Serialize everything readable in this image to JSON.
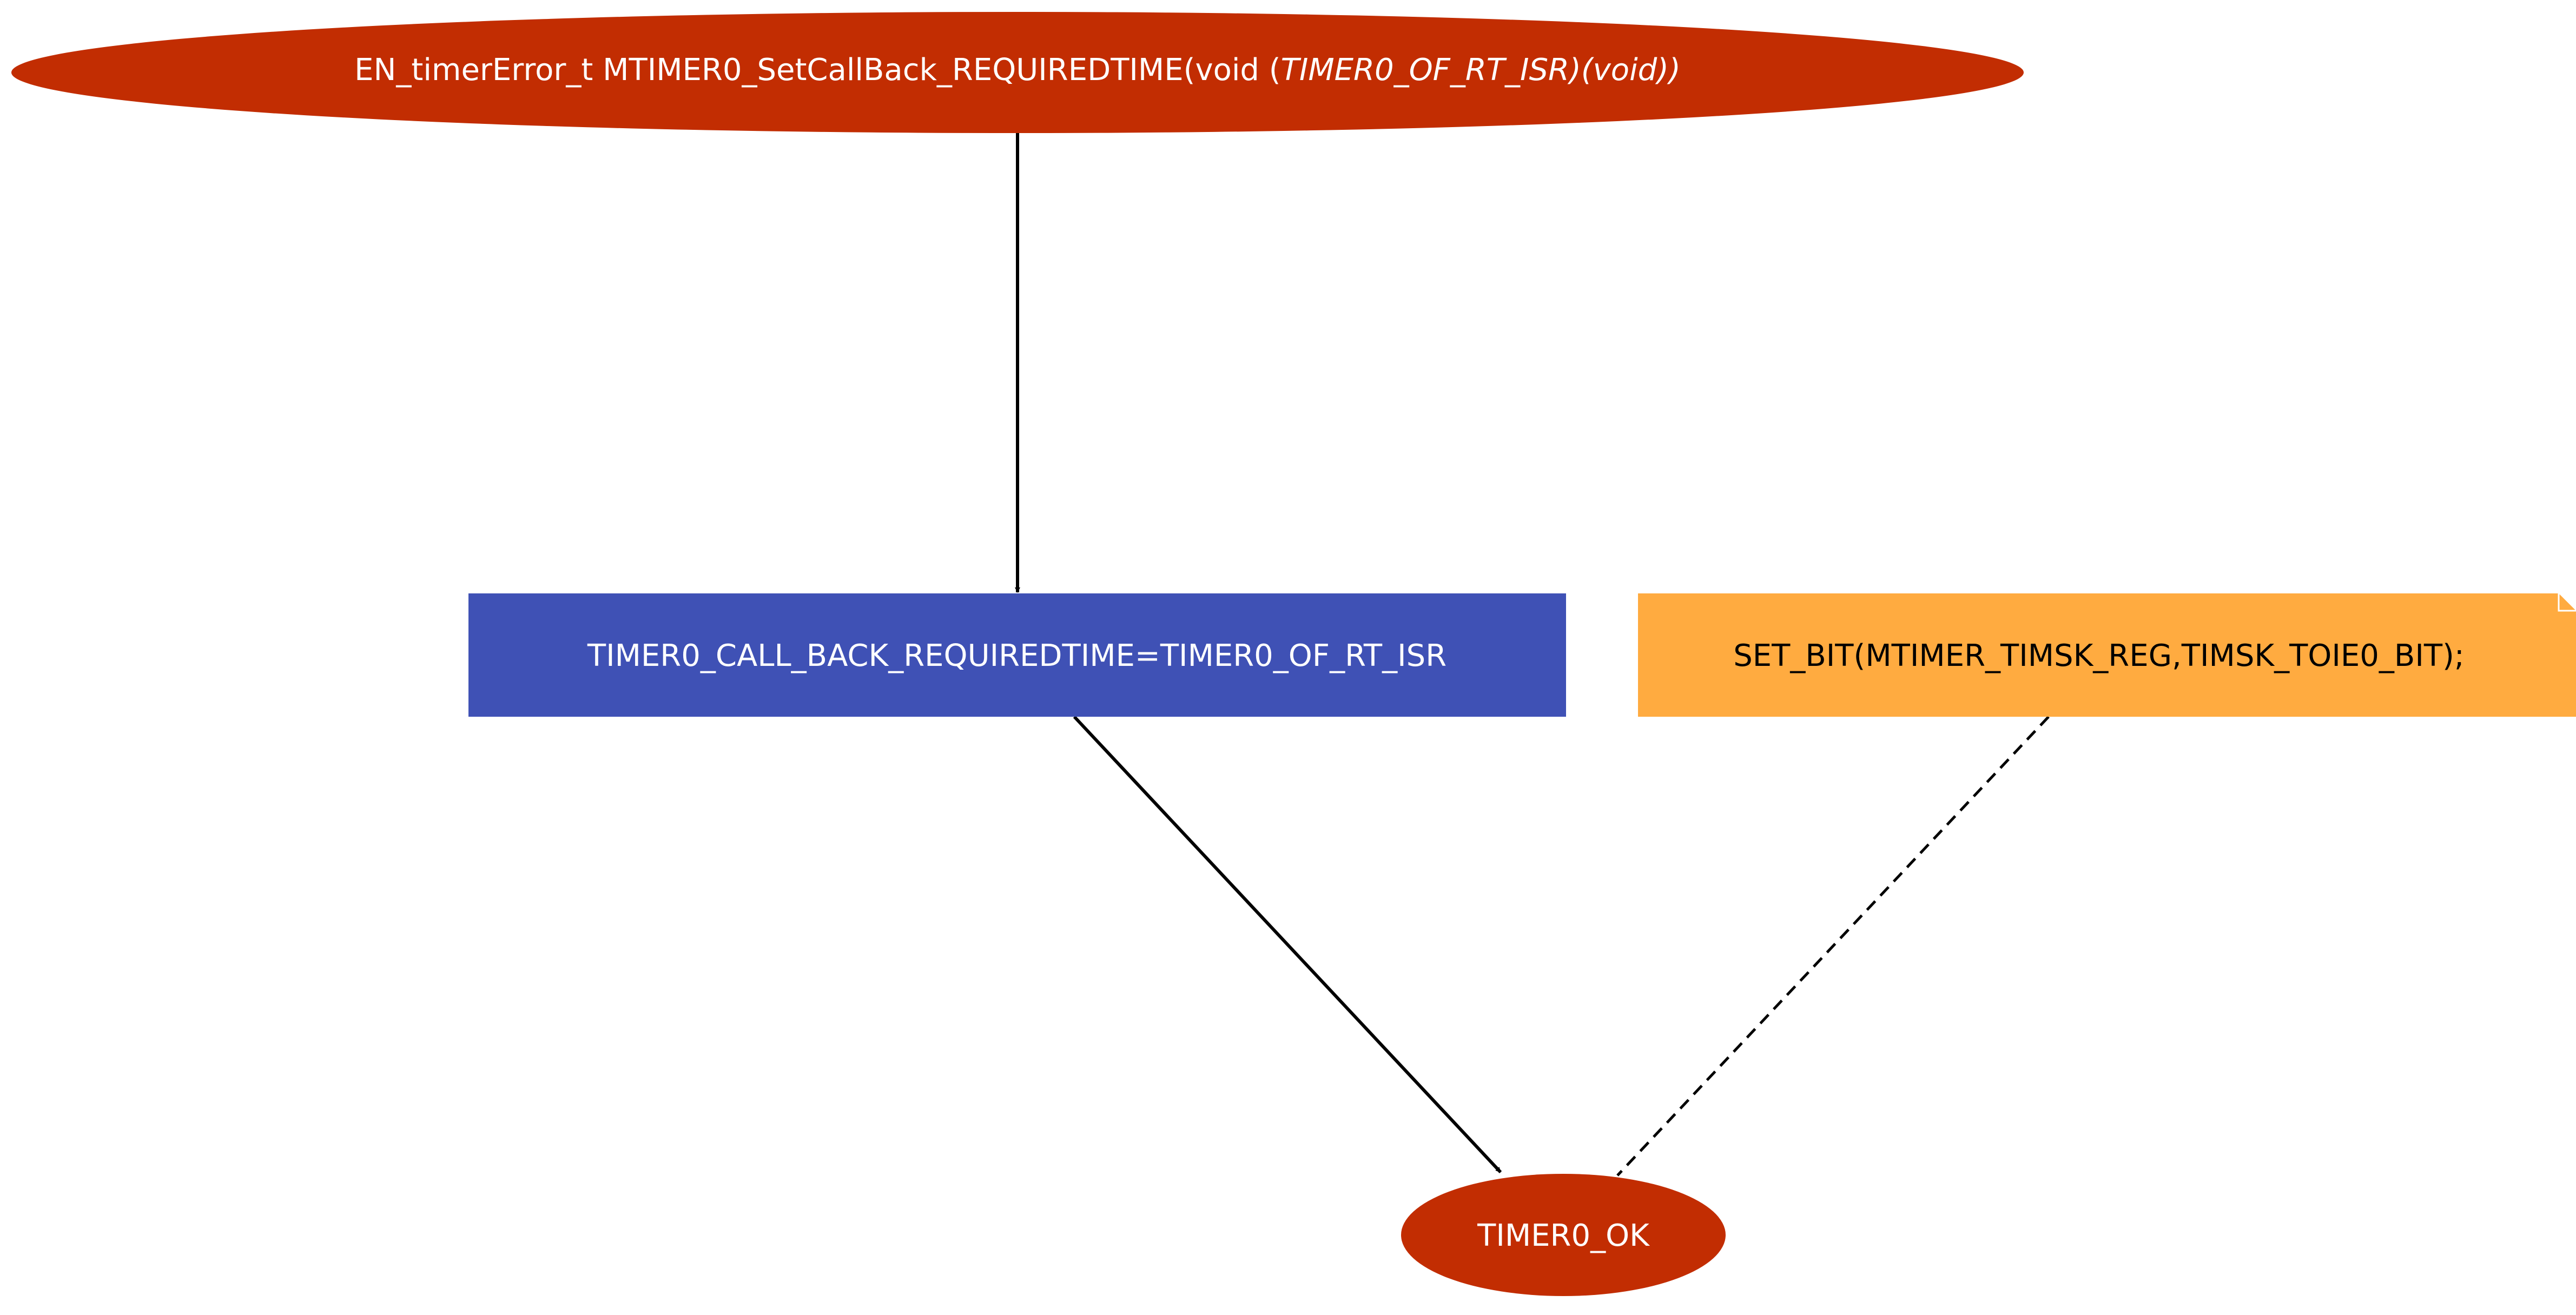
{
  "colors": {
    "ellipse_fill": "#c22d02",
    "process_fill": "#3f51b5",
    "note_fill": "#ffab40",
    "edge": "#000000",
    "light_text": "#ffffff",
    "dark_text": "#000000"
  },
  "nodes": {
    "start": {
      "label_plain": "EN_timerError_t MTIMER0_SetCallBack_REQUIREDTIME(void (",
      "label_italic": "TIMER0_OF_RT_ISR)(void))"
    },
    "assign": {
      "label": "TIMER0_CALL_BACK_REQUIREDTIME=TIMER0_OF_RT_ISR"
    },
    "note": {
      "label": "SET_BIT(MTIMER_TIMSK_REG,TIMSK_TOIE0_BIT);"
    },
    "end": {
      "label": "TIMER0_OK"
    }
  }
}
